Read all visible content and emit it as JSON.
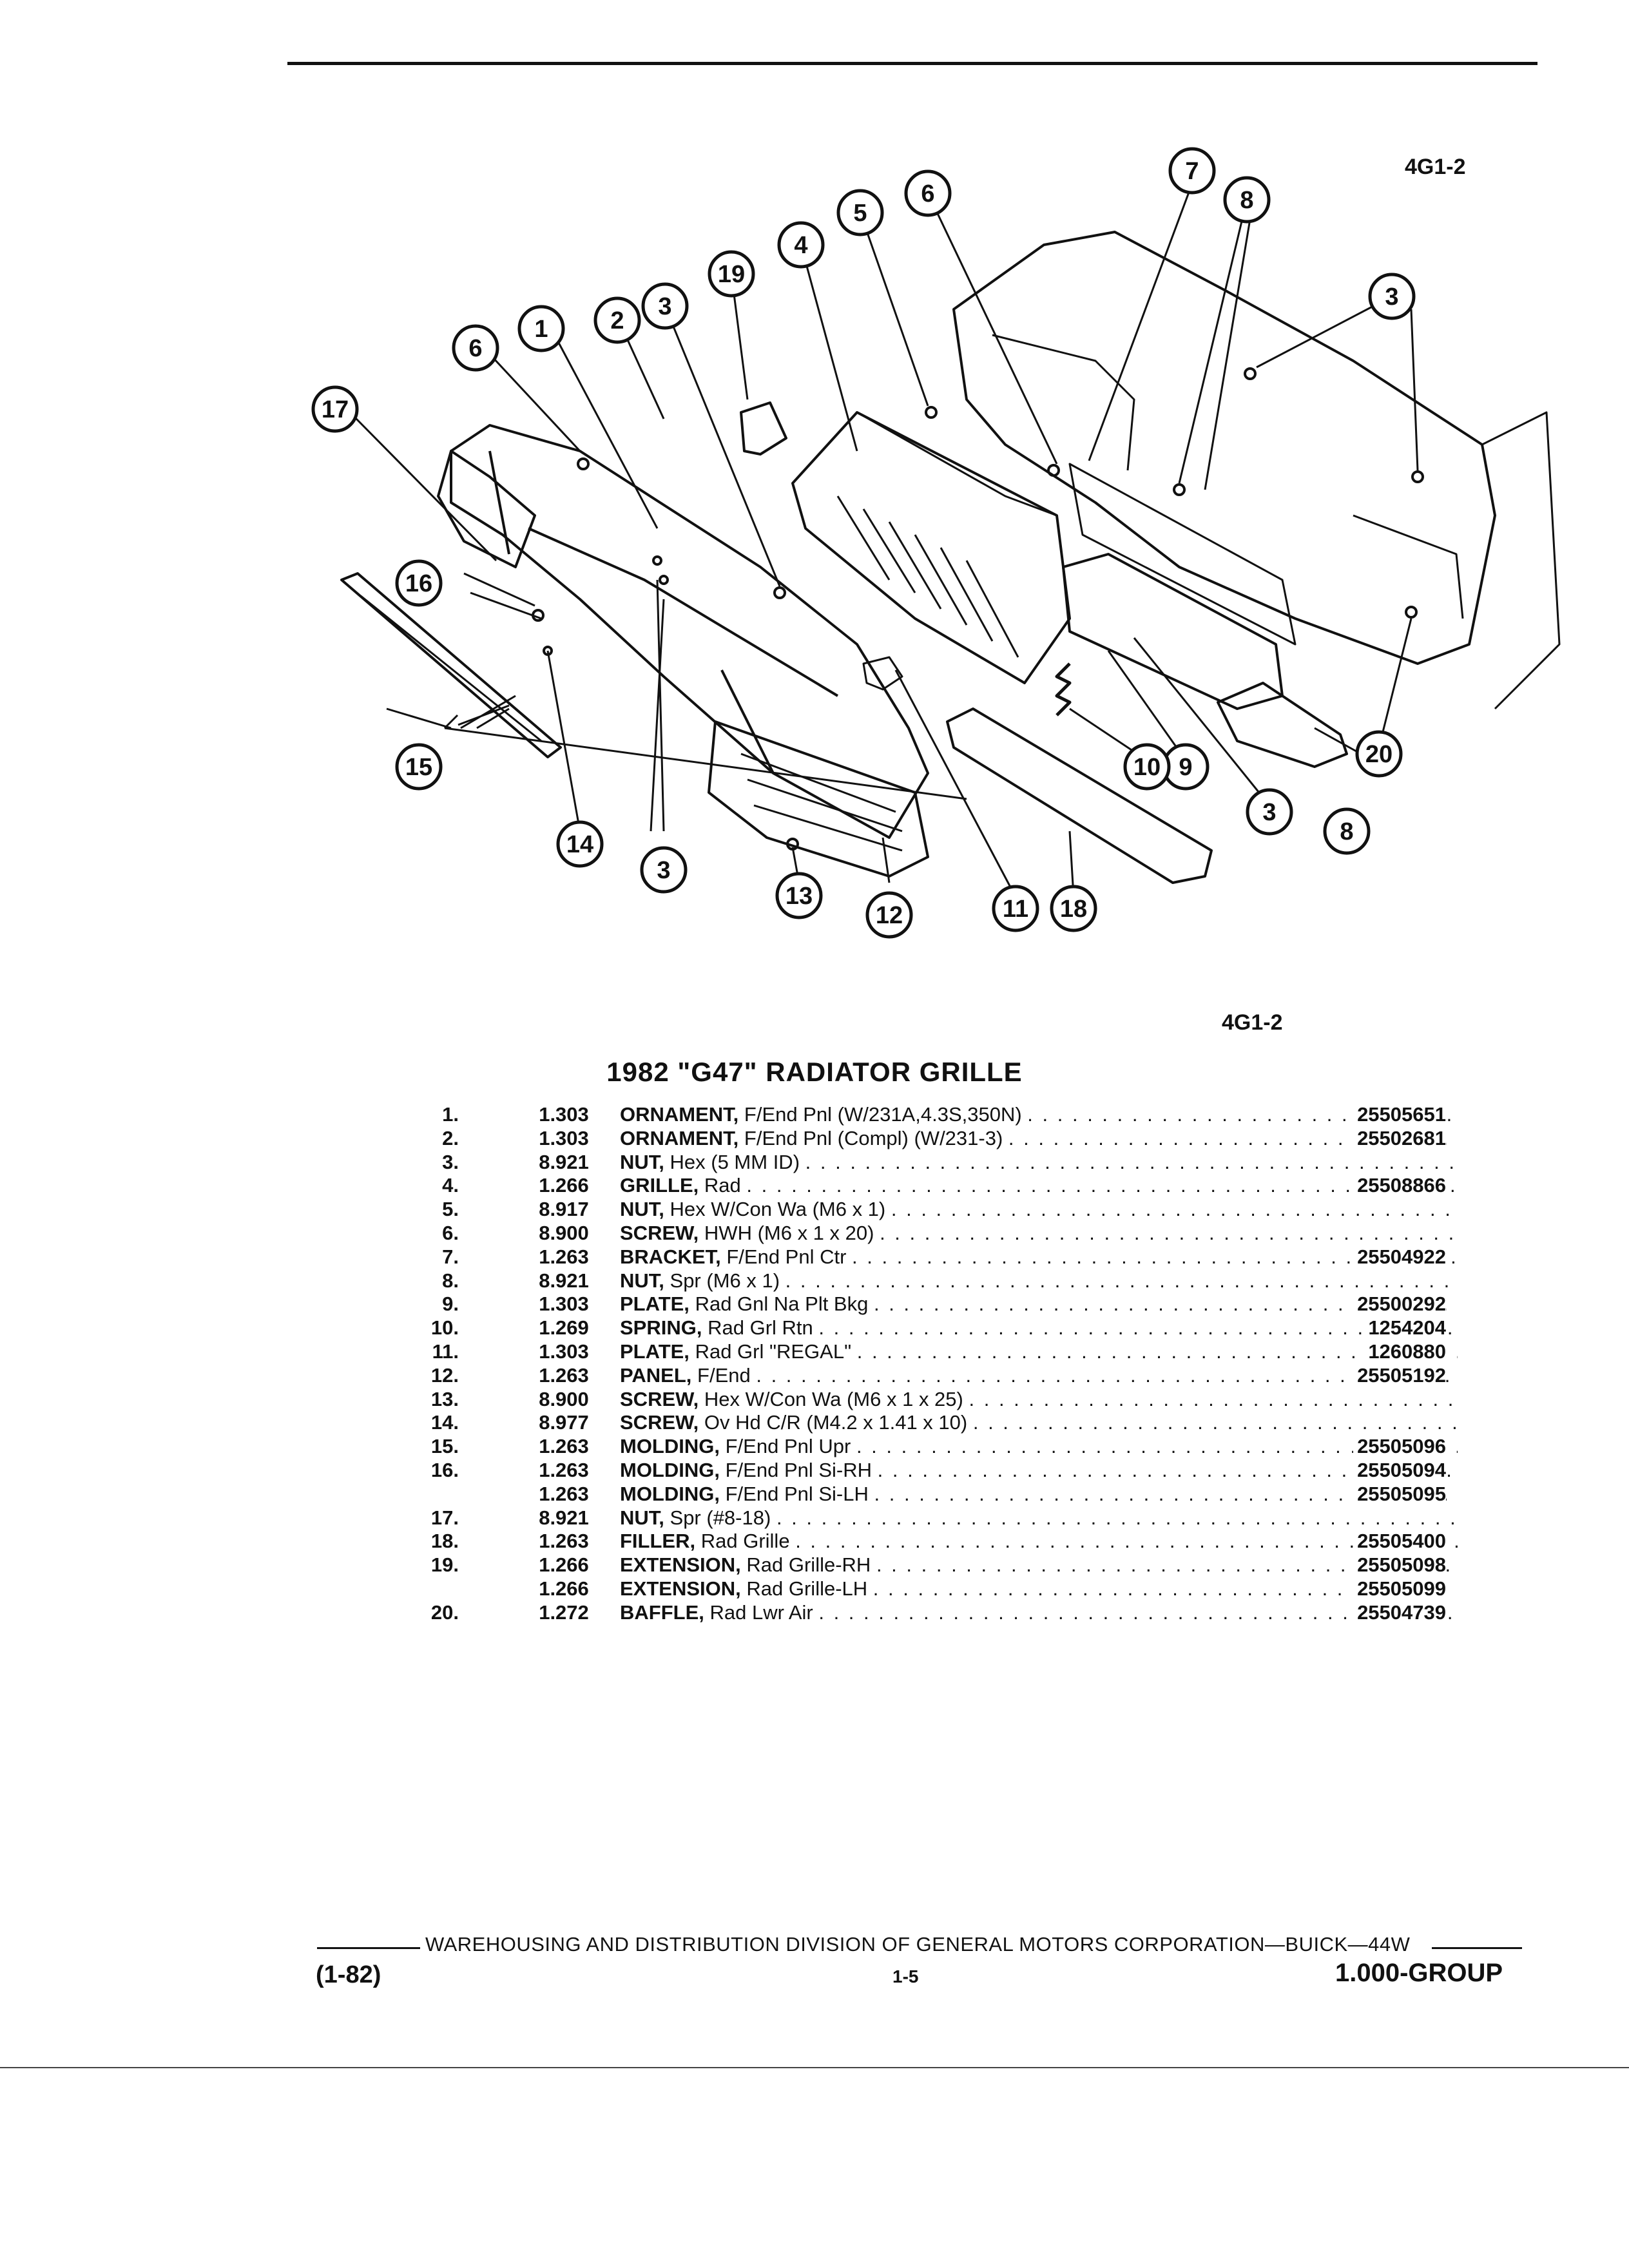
{
  "figure_ref_top": "4G1-2",
  "figure_ref_bottom": "4G1-2",
  "title": "1982 \"G47\" RADIATOR GRILLE",
  "callouts": [
    "1",
    "2",
    "3",
    "4",
    "5",
    "6",
    "7",
    "8",
    "9",
    "10",
    "11",
    "12",
    "13",
    "14",
    "15",
    "16",
    "17",
    "18",
    "19",
    "20"
  ],
  "parts": [
    {
      "num": "1.",
      "group": "1.303",
      "name": "ORNAMENT,",
      "desc": "F/End Pnl (W/231A,4.3S,350N)",
      "part_no": "25505651"
    },
    {
      "num": "2.",
      "group": "1.303",
      "name": "ORNAMENT,",
      "desc": "F/End Pnl (Compl) (W/231-3)",
      "part_no": "25502681"
    },
    {
      "num": "3.",
      "group": "8.921",
      "name": "NUT,",
      "desc": "Hex (5 MM ID)",
      "part_no": ""
    },
    {
      "num": "4.",
      "group": "1.266",
      "name": "GRILLE,",
      "desc": "Rad",
      "part_no": "25508866"
    },
    {
      "num": "5.",
      "group": "8.917",
      "name": "NUT,",
      "desc": "Hex W/Con Wa (M6 x 1)",
      "part_no": ""
    },
    {
      "num": "6.",
      "group": "8.900",
      "name": "SCREW,",
      "desc": "HWH (M6 x 1 x 20)",
      "part_no": ""
    },
    {
      "num": "7.",
      "group": "1.263",
      "name": "BRACKET,",
      "desc": "F/End Pnl Ctr",
      "part_no": "25504922"
    },
    {
      "num": "8.",
      "group": "8.921",
      "name": "NUT,",
      "desc": "Spr (M6 x 1)",
      "part_no": ""
    },
    {
      "num": "9.",
      "group": "1.303",
      "name": "PLATE,",
      "desc": "Rad Gnl Na Plt Bkg",
      "part_no": "25500292"
    },
    {
      "num": "10.",
      "group": "1.269",
      "name": "SPRING,",
      "desc": "Rad Grl Rtn",
      "part_no": "1254204"
    },
    {
      "num": "11.",
      "group": "1.303",
      "name": "PLATE,",
      "desc": "Rad Grl \"REGAL\"",
      "part_no": "1260880"
    },
    {
      "num": "12.",
      "group": "1.263",
      "name": "PANEL,",
      "desc": "F/End",
      "part_no": "25505192"
    },
    {
      "num": "13.",
      "group": "8.900",
      "name": "SCREW,",
      "desc": "Hex W/Con Wa (M6 x 1 x 25)",
      "part_no": ""
    },
    {
      "num": "14.",
      "group": "8.977",
      "name": "SCREW,",
      "desc": "Ov Hd C/R (M4.2 x 1.41 x 10)",
      "part_no": ""
    },
    {
      "num": "15.",
      "group": "1.263",
      "name": "MOLDING,",
      "desc": "F/End Pnl Upr",
      "part_no": "25505096"
    },
    {
      "num": "16.",
      "group": "1.263",
      "name": "MOLDING,",
      "desc": "F/End Pnl Si-RH",
      "part_no": "25505094"
    },
    {
      "num": "",
      "group": "1.263",
      "name": "MOLDING,",
      "desc": "F/End Pnl Si-LH",
      "part_no": "25505095"
    },
    {
      "num": "17.",
      "group": "8.921",
      "name": "NUT,",
      "desc": "Spr (#8-18)",
      "part_no": ""
    },
    {
      "num": "18.",
      "group": "1.263",
      "name": "FILLER,",
      "desc": "Rad Grille",
      "part_no": "25505400"
    },
    {
      "num": "19.",
      "group": "1.266",
      "name": "EXTENSION,",
      "desc": "Rad Grille-RH",
      "part_no": "25505098"
    },
    {
      "num": "",
      "group": "1.266",
      "name": "EXTENSION,",
      "desc": "Rad Grille-LH",
      "part_no": "25505099"
    },
    {
      "num": "20.",
      "group": "1.272",
      "name": "BAFFLE,",
      "desc": "Rad Lwr Air",
      "part_no": "25504739"
    }
  ],
  "footer": {
    "line": "WAREHOUSING AND DISTRIBUTION  DIVISION OF GENERAL MOTORS CORPORATION—BUICK—44W",
    "date": "(1-82)",
    "page": "1-5",
    "group": "1.000-GROUP"
  }
}
